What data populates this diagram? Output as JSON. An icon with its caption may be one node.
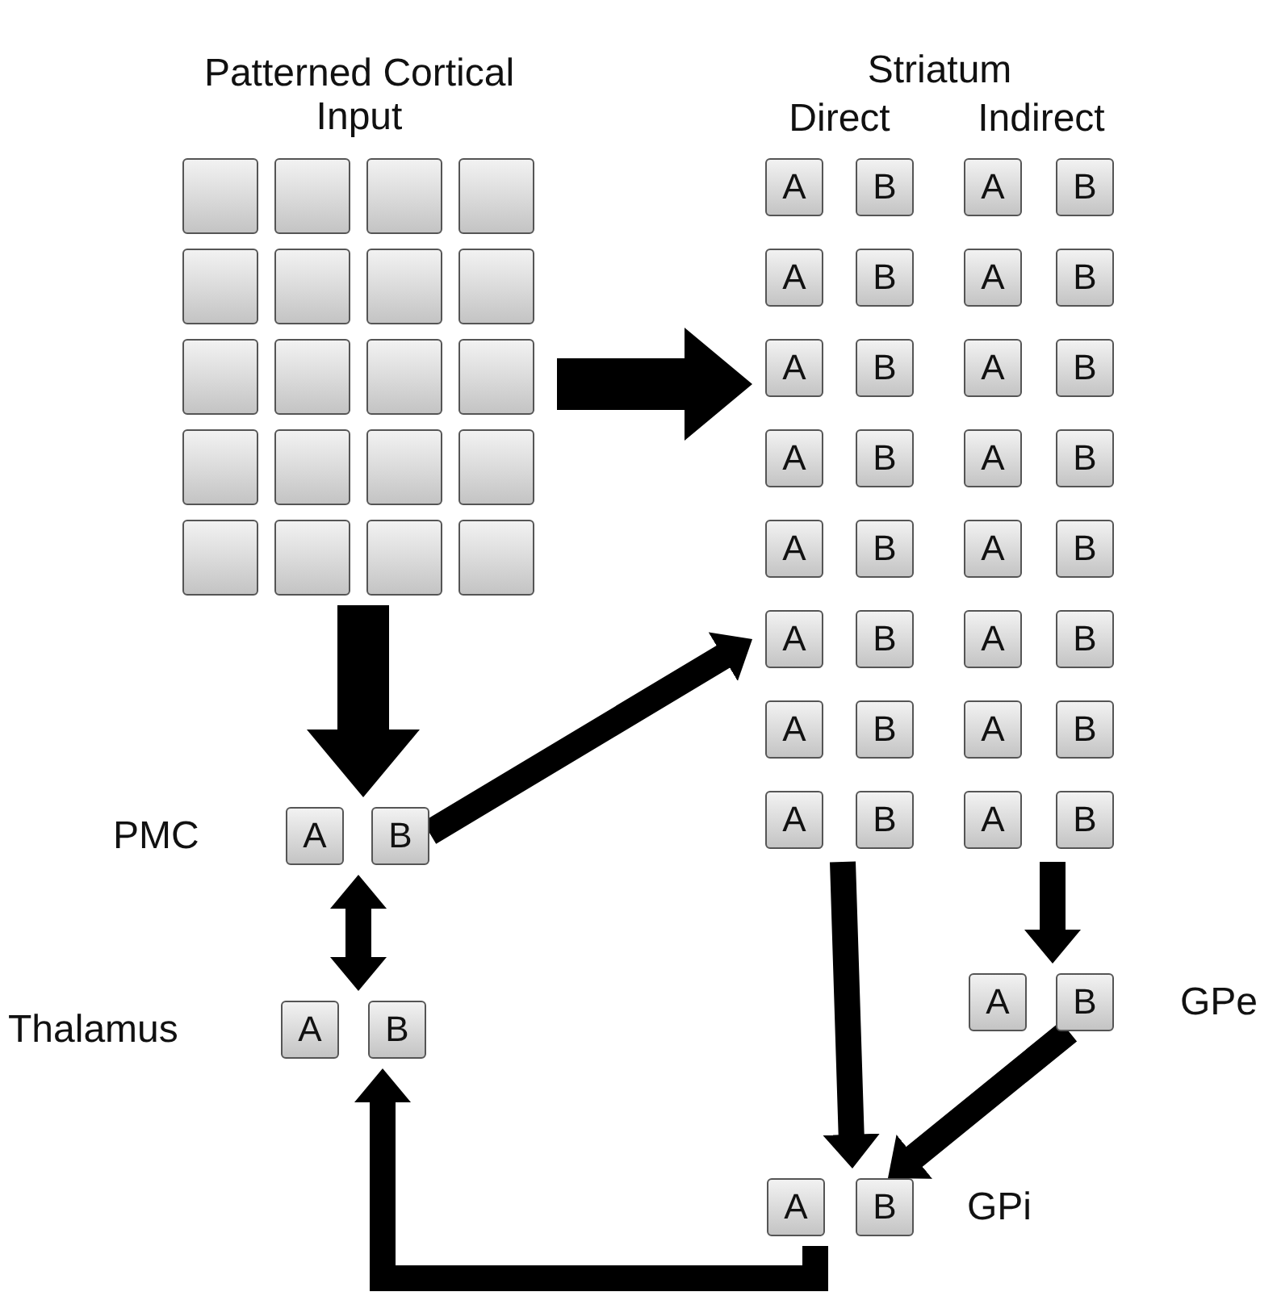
{
  "diagram": {
    "nodes": [
      {
        "text": [
          "Patterned Cortical Input"
        ]
      },
      {
        "text": [],
        "shape": "box",
        "in": 0
      },
      {
        "text": [],
        "shape": "box",
        "in": 0
      },
      {
        "text": [],
        "shape": "box",
        "in": 0
      },
      {
        "text": [],
        "shape": "box",
        "in": 0
      },
      {
        "text": [],
        "shape": "box",
        "in": 0
      },
      {
        "text": [],
        "shape": "box",
        "in": 0
      },
      {
        "text": [],
        "shape": "box",
        "in": 0
      },
      {
        "text": [],
        "shape": "box",
        "in": 0
      },
      {
        "text": [],
        "shape": "box",
        "in": 0
      },
      {
        "text": [],
        "shape": "box",
        "in": 0
      },
      {
        "text": [],
        "shape": "box",
        "in": 0
      },
      {
        "text": [],
        "shape": "box",
        "in": 0
      },
      {
        "text": [],
        "shape": "box",
        "in": 0
      },
      {
        "text": [],
        "shape": "box",
        "in": 0
      },
      {
        "text": [],
        "shape": "box",
        "in": 0
      },
      {
        "text": [],
        "shape": "box",
        "in": 0
      },
      {
        "text": [],
        "shape": "box",
        "in": 0
      },
      {
        "text": [],
        "shape": "box",
        "in": 0
      },
      {
        "text": [],
        "shape": "box",
        "in": 0
      },
      {
        "text": [],
        "shape": "box",
        "in": 0
      },
      {
        "text": [
          "Striatum"
        ]
      },
      {
        "text": [
          "Direct"
        ],
        "in": 21
      },
      {
        "text": [
          "A"
        ],
        "in": 22
      },
      {
        "text": [
          "B"
        ],
        "in": 22
      },
      {
        "text": [
          "A"
        ],
        "in": 22
      },
      {
        "text": [
          "B"
        ],
        "in": 22
      },
      {
        "text": [
          "A"
        ],
        "in": 22
      },
      {
        "text": [
          "B"
        ],
        "in": 22
      },
      {
        "text": [
          "A"
        ],
        "in": 22
      },
      {
        "text": [
          "B"
        ],
        "in": 22
      },
      {
        "text": [
          "A"
        ],
        "in": 22
      },
      {
        "text": [
          "B"
        ],
        "in": 22
      },
      {
        "text": [
          "A"
        ],
        "in": 22
      },
      {
        "text": [
          "B"
        ],
        "in": 22
      },
      {
        "text": [
          "A"
        ],
        "in": 22
      },
      {
        "text": [
          "B"
        ],
        "in": 22
      },
      {
        "text": [
          "A"
        ],
        "in": 22
      },
      {
        "text": [
          "B"
        ],
        "in": 22
      },
      {
        "text": [
          "Indirect"
        ],
        "in": 21
      },
      {
        "text": [
          "A"
        ],
        "in": 39
      },
      {
        "text": [
          "B"
        ],
        "in": 39
      },
      {
        "text": [
          "A"
        ],
        "in": 39
      },
      {
        "text": [
          "B"
        ],
        "in": 39
      },
      {
        "text": [
          "A"
        ],
        "in": 39
      },
      {
        "text": [
          "B"
        ],
        "in": 39
      },
      {
        "text": [
          "A"
        ],
        "in": 39
      },
      {
        "text": [
          "B"
        ],
        "in": 39
      },
      {
        "text": [
          "A"
        ],
        "in": 39
      },
      {
        "text": [
          "B"
        ],
        "in": 39
      },
      {
        "text": [
          "A"
        ],
        "in": 39
      },
      {
        "text": [
          "B"
        ],
        "in": 39
      },
      {
        "text": [
          "A"
        ],
        "in": 39
      },
      {
        "text": [
          "B"
        ],
        "in": 39
      },
      {
        "text": [
          "A"
        ],
        "in": 39
      },
      {
        "text": [
          "B"
        ],
        "in": 39
      },
      {
        "text": [
          "PMC"
        ]
      },
      {
        "text": [
          "A"
        ],
        "in": 56
      },
      {
        "text": [
          "B"
        ],
        "in": 56
      },
      {
        "text": [
          "Thalamus"
        ]
      },
      {
        "text": [
          "A"
        ],
        "in": 59
      },
      {
        "text": [
          "B"
        ],
        "in": 59
      },
      {
        "text": [
          "GPe"
        ]
      },
      {
        "text": [
          "A"
        ],
        "in": 62
      },
      {
        "text": [
          "B"
        ],
        "in": 62
      },
      {
        "text": [
          "GPi"
        ]
      },
      {
        "text": [
          "A"
        ],
        "in": 65
      },
      {
        "text": [
          "B"
        ],
        "in": 65
      }
    ],
    "edges": [
      {
        "from": 0,
        "to": 22,
        "arrow": "to"
      },
      {
        "from": 0,
        "to": 56,
        "arrow": "to"
      },
      {
        "from": 58,
        "to": 22,
        "arrow": "to"
      },
      {
        "from": 56,
        "to": 59,
        "arrow": "both"
      },
      {
        "from": 22,
        "to": 65,
        "arrow": "to"
      },
      {
        "from": 39,
        "to": 62,
        "arrow": "to"
      },
      {
        "from": 64,
        "to": 67,
        "arrow": "to"
      },
      {
        "from": 65,
        "to": 59,
        "arrow": "to"
      }
    ]
  }
}
